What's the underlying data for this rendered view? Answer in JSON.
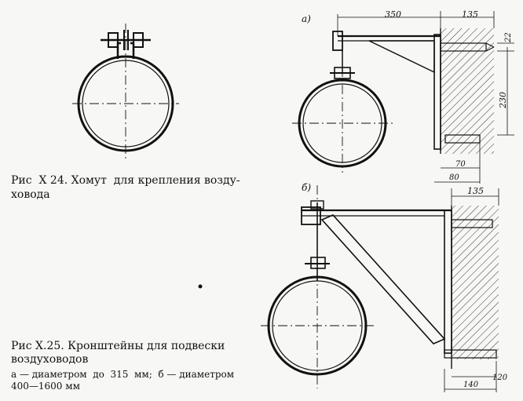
{
  "figure_x24": {
    "caption_line1": "Рис  X 24. Хомут  для крепления возду-",
    "caption_line2": "ховода"
  },
  "figure_x25": {
    "caption_line1": "Рис X.25. Кронштейны для подвески",
    "caption_line2": "воздуховодов",
    "note_line1": "а — диаметром  до  315  мм;  б — диаметром",
    "note_line2": "400—1600 мм"
  },
  "variant_a": {
    "label": "а)",
    "dimensions": {
      "length": "350",
      "wall_top": "135",
      "bolt_offset": "22",
      "height": "230",
      "lower_a": "70",
      "lower_b": "80"
    }
  },
  "variant_b": {
    "label": "б)",
    "dimensions": {
      "wall_top": "135",
      "lower_a": "140",
      "lower_b": "120"
    }
  }
}
